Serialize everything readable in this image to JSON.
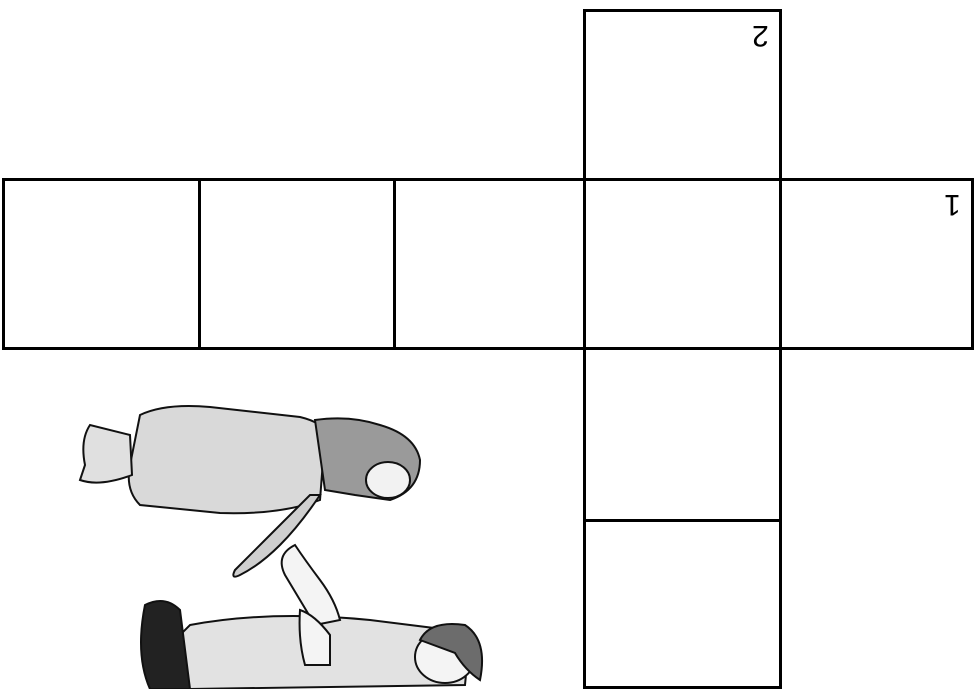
{
  "puzzle": {
    "clues": [
      {
        "number": "1",
        "direction": "across"
      },
      {
        "number": "2",
        "direction": "down"
      }
    ]
  },
  "illustration": {
    "description_icon": "woman-kneeling-before-man-icon",
    "colors": {
      "ink": "#000000",
      "shade": "#bdbdbd",
      "light": "#e8e8e8"
    }
  }
}
